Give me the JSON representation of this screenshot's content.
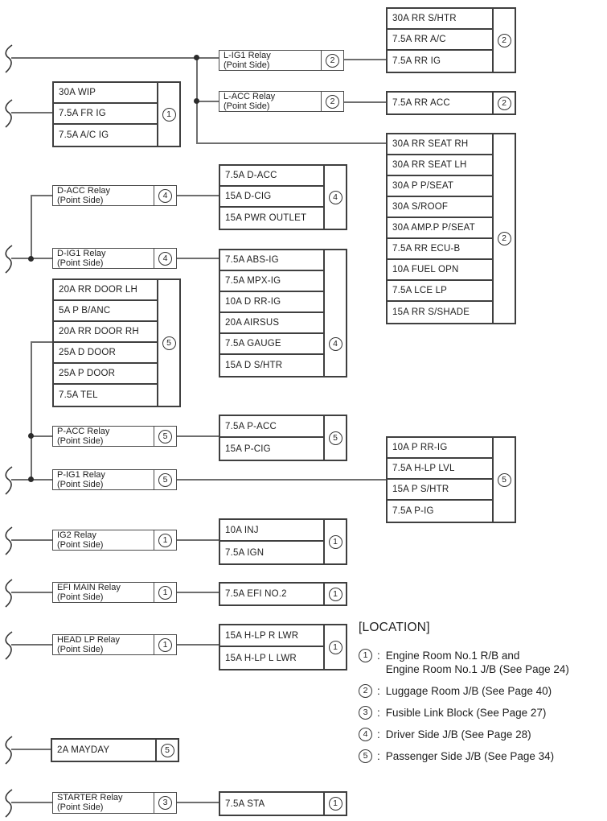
{
  "colors": {
    "ink": "#333333",
    "wire": "#6e6e6e",
    "background": "#ffffff"
  },
  "legend": {
    "title": "[LOCATION]",
    "separator": ":",
    "items": [
      {
        "num": "1",
        "lines": [
          "Engine Room No.1 R/B and",
          "Engine Room No.1 J/B (See Page 24)"
        ]
      },
      {
        "num": "2",
        "lines": [
          "Luggage Room J/B (See Page 40)"
        ]
      },
      {
        "num": "3",
        "lines": [
          "Fusible Link Block (See Page 27)"
        ]
      },
      {
        "num": "4",
        "lines": [
          "Driver Side J/B (See Page 28)"
        ]
      },
      {
        "num": "5",
        "lines": [
          "Passenger Side J/B (See Page 34)"
        ]
      }
    ]
  },
  "relays": {
    "l_ig1": {
      "name": "L-IG1 Relay",
      "side": "(Point Side)",
      "loc": "2"
    },
    "l_acc": {
      "name": "L-ACC Relay",
      "side": "(Point Side)",
      "loc": "2"
    },
    "d_acc": {
      "name": "D-ACC Relay",
      "side": "(Point Side)",
      "loc": "4"
    },
    "d_ig1": {
      "name": "D-IG1 Relay",
      "side": "(Point Side)",
      "loc": "4"
    },
    "p_acc": {
      "name": "P-ACC Relay",
      "side": "(Point Side)",
      "loc": "5"
    },
    "p_ig1": {
      "name": "P-IG1 Relay",
      "side": "(Point Side)",
      "loc": "5"
    },
    "ig2": {
      "name": "IG2 Relay",
      "side": "(Point Side)",
      "loc": "1"
    },
    "efi_main": {
      "name": "EFI MAIN Relay",
      "side": "(Point Side)",
      "loc": "1"
    },
    "head_lp": {
      "name": "HEAD LP Relay",
      "side": "(Point Side)",
      "loc": "1"
    },
    "starter": {
      "name": "STARTER Relay",
      "side": "(Point Side)",
      "loc": "3"
    }
  },
  "fuse_boxes": {
    "luggage_top": {
      "loc": "2",
      "rows": [
        "30A RR S/HTR",
        "7.5A RR A/C",
        "7.5A RR IG"
      ]
    },
    "rr_acc": {
      "loc": "2",
      "rows": [
        "7.5A RR ACC"
      ]
    },
    "luggage_main": {
      "loc": "2",
      "rows": [
        "30A RR SEAT RH",
        "30A RR SEAT LH",
        "30A P P/SEAT",
        "30A S/ROOF",
        "30A AMP.P P/SEAT",
        "7.5A RR ECU-B",
        "10A FUEL OPN",
        "7.5A LCE LP",
        "15A RR S/SHADE"
      ]
    },
    "engine1": {
      "loc": "1",
      "rows": [
        "30A WIP",
        "7.5A FR IG",
        "7.5A A/C IG"
      ]
    },
    "driver_acc": {
      "loc": "4",
      "rows": [
        "7.5A D-ACC",
        "15A D-CIG",
        "15A PWR OUTLET"
      ]
    },
    "driver_ig": {
      "loc": "4",
      "rows": [
        "7.5A ABS-IG",
        "7.5A MPX-IG",
        "10A D RR-IG",
        "20A AIRSUS",
        "7.5A GAUGE",
        "15A D S/HTR"
      ]
    },
    "pass_main": {
      "loc": "5",
      "rows": [
        "20A RR DOOR LH",
        "5A P B/ANC",
        "20A RR DOOR RH",
        "25A D DOOR",
        "25A P DOOR",
        "7.5A TEL"
      ]
    },
    "pass_acc": {
      "loc": "5",
      "rows": [
        "7.5A P-ACC",
        "15A P-CIG"
      ]
    },
    "pass_ig": {
      "loc": "5",
      "rows": [
        "10A P RR-IG",
        "7.5A H-LP LVL",
        "15A P S/HTR",
        "7.5A P-IG"
      ]
    },
    "inj": {
      "loc": "1",
      "rows": [
        "10A INJ",
        "7.5A IGN"
      ]
    },
    "efi2": {
      "loc": "1",
      "rows": [
        "7.5A EFI NO.2"
      ]
    },
    "hlp": {
      "loc": "1",
      "rows": [
        "15A H-LP R LWR",
        "15A H-LP L LWR"
      ]
    },
    "mayday": {
      "loc": "5",
      "rows": [
        "2A MAYDAY"
      ]
    },
    "sta": {
      "loc": "1",
      "rows": [
        "7.5A STA"
      ]
    }
  }
}
